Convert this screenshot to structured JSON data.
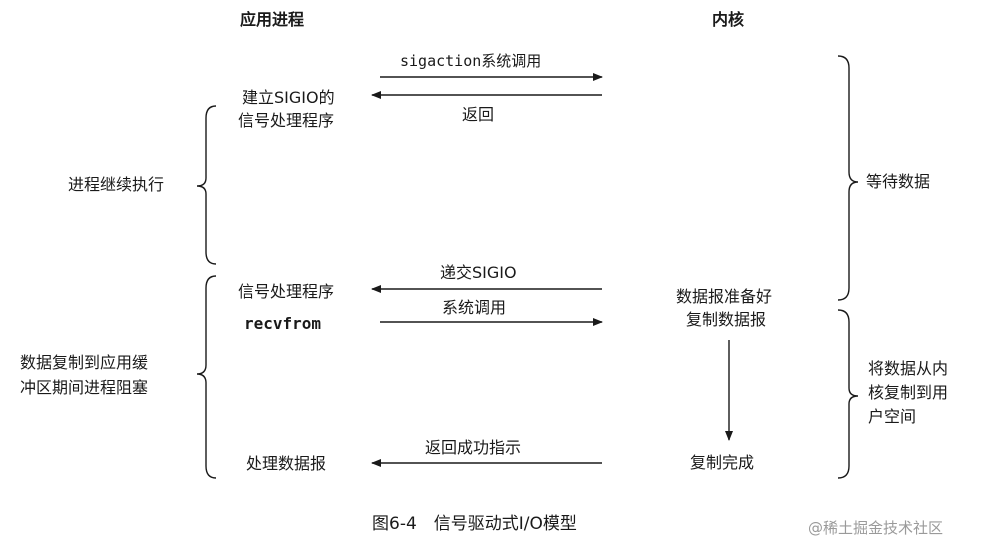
{
  "headers": {
    "app": "应用进程",
    "kernel": "内核"
  },
  "app": {
    "setup_line1": "建立SIGIO的",
    "setup_line2": "信号处理程序",
    "handler": "信号处理程序",
    "recvfrom": "recvfrom",
    "process": "处理数据报"
  },
  "messages": {
    "sigaction": "sigaction系统调用",
    "return": "返回",
    "deliver": "递交SIGIO",
    "syscall": "系统调用",
    "return_ok": "返回成功指示"
  },
  "kernel": {
    "ready": "数据报准备好",
    "copy": "复制数据报",
    "done": "复制完成"
  },
  "left_brackets": {
    "continue": "进程继续执行",
    "block_line1": "数据复制到应用缓",
    "block_line2": "冲区期间进程阻塞"
  },
  "right_brackets": {
    "wait": "等待数据",
    "copy_line1": "将数据从内",
    "copy_line2": "核复制到用",
    "copy_line3": "户空间"
  },
  "caption": "图6-4　信号驱动式I/O模型",
  "watermark": "@稀土掘金技术社区"
}
